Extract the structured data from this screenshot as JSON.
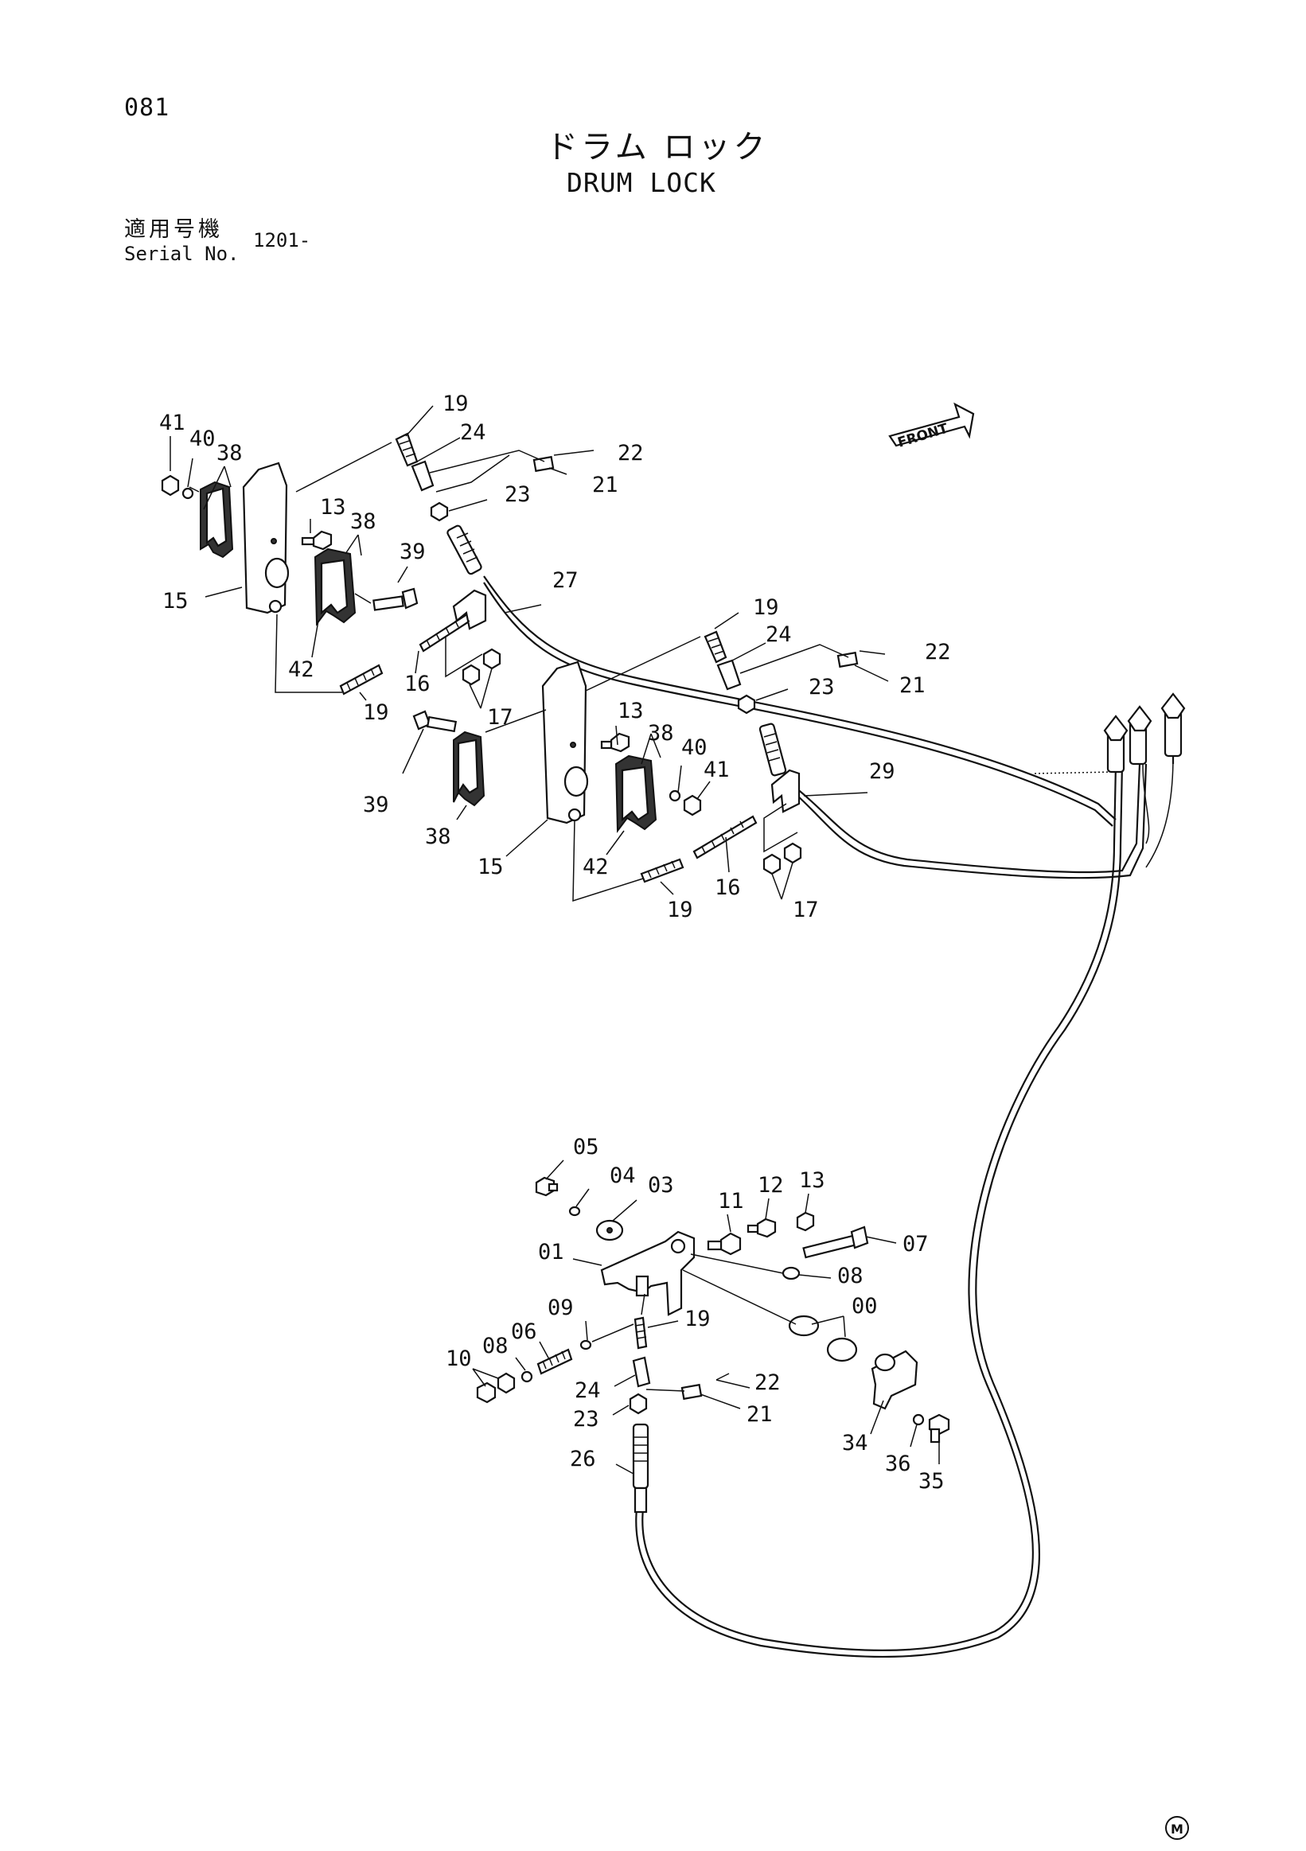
{
  "page": {
    "number": "081",
    "title_jp": "ドラム ロック",
    "title_en": "DRUM LOCK",
    "serial_label_jp": "適用号機",
    "serial_label_en": "Serial No.",
    "serial_range": "1201-",
    "front_label": "FRONT",
    "mark": "M"
  },
  "callouts": [
    "41",
    "40",
    "38",
    "19",
    "24",
    "22",
    "21",
    "23",
    "13",
    "38",
    "39",
    "15",
    "42",
    "16",
    "19",
    "17",
    "27",
    "19",
    "24",
    "22",
    "23",
    "21",
    "39",
    "13",
    "38",
    "40",
    "41",
    "38",
    "15",
    "42",
    "16",
    "19",
    "17",
    "29",
    "05",
    "04",
    "03",
    "11",
    "12",
    "13",
    "07",
    "01",
    "08",
    "09",
    "19",
    "00",
    "06",
    "08",
    "10",
    "24",
    "22",
    "23",
    "21",
    "26",
    "34",
    "36",
    "35"
  ]
}
